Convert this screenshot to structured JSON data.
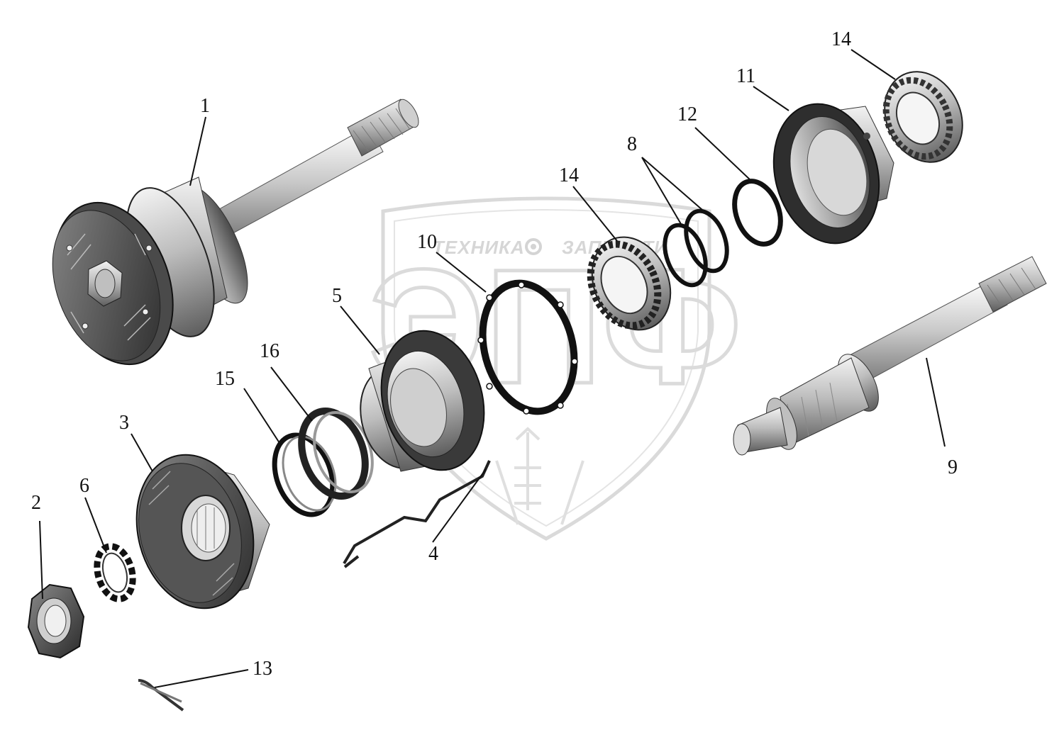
{
  "diagram": {
    "type": "exploded-parts-view",
    "watermark": {
      "line1_left": "ТЕХНИКА",
      "line1_right": "ЗАПЧАСТИ",
      "big_letters": "ЭПФ"
    },
    "callouts": [
      {
        "id": "c1",
        "label": "1"
      },
      {
        "id": "c2",
        "label": "2"
      },
      {
        "id": "c3",
        "label": "3"
      },
      {
        "id": "c4",
        "label": "4"
      },
      {
        "id": "c5",
        "label": "5"
      },
      {
        "id": "c6",
        "label": "6"
      },
      {
        "id": "c8",
        "label": "8"
      },
      {
        "id": "c9",
        "label": "9"
      },
      {
        "id": "c10",
        "label": "10"
      },
      {
        "id": "c11",
        "label": "11"
      },
      {
        "id": "c12",
        "label": "12"
      },
      {
        "id": "c13",
        "label": "13"
      },
      {
        "id": "c14a",
        "label": "14"
      },
      {
        "id": "c14b",
        "label": "14"
      },
      {
        "id": "c15",
        "label": "15"
      },
      {
        "id": "c16",
        "label": "16"
      }
    ]
  }
}
